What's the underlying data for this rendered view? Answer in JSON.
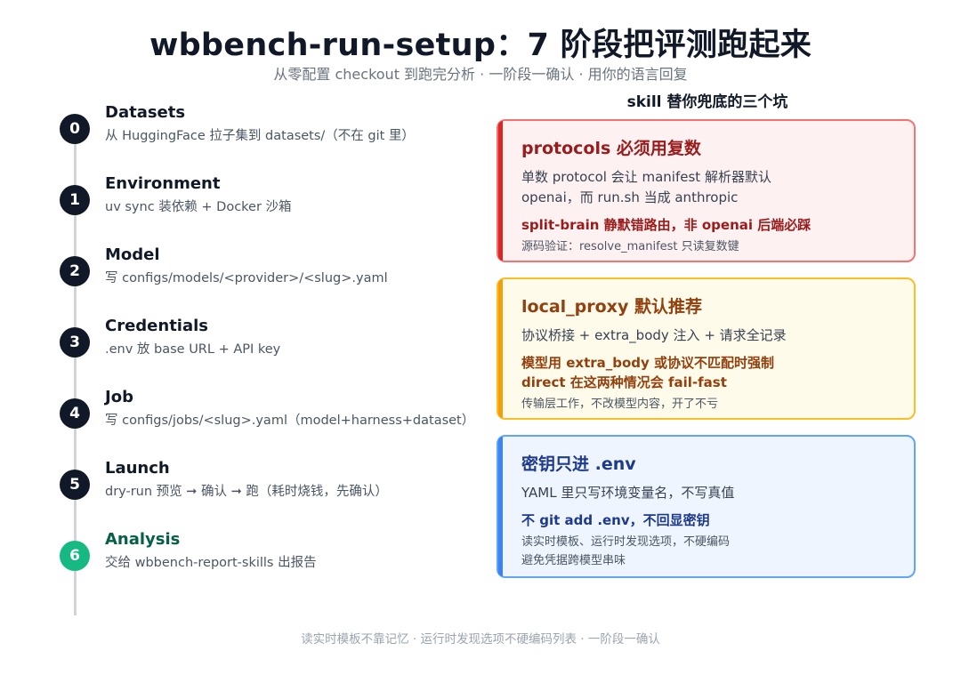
{
  "title": "wbbench-run-setup：7 阶段把评测跑起来",
  "subtitle": "从零配置 checkout 到跑完分析 · 一阶段一确认 · 用你的语言回复",
  "steps": [
    {
      "num": "0",
      "title": "Datasets",
      "desc": "从 HuggingFace 拉子集到 datasets/（不在 git 里）"
    },
    {
      "num": "1",
      "title": "Environment",
      "desc": "uv sync 装依赖 + Docker 沙箱"
    },
    {
      "num": "2",
      "title": "Model",
      "desc": "写 configs/models/<provider>/<slug>.yaml"
    },
    {
      "num": "3",
      "title": "Credentials",
      "desc": ".env 放 base URL + API key"
    },
    {
      "num": "4",
      "title": "Job",
      "desc": "写 configs/jobs/<slug>.yaml（model+harness+dataset）"
    },
    {
      "num": "5",
      "title": "Launch",
      "desc": "dry-run 预览 ➞ 确认 ➞ 跑（耗时烧钱，先确认）"
    },
    {
      "num": "6",
      "title": "Analysis",
      "desc": "交给 wbbench-report-skills 出报告"
    }
  ],
  "side_heading": "skill 替你兜底的三个坑",
  "cards": [
    {
      "title": "protocols 必须用复数",
      "body": [
        "单数 protocol 会让 manifest 解析器默认",
        "openai，而 run.sh 当成 anthropic"
      ],
      "warn": [
        "split-brain 静默错路由，非 openai 后端必踩"
      ],
      "notes": [
        "源码验证：resolve_manifest 只读复数键"
      ]
    },
    {
      "title": "local_proxy 默认推荐",
      "body": [
        "协议桥接 + extra_body 注入 + 请求全记录"
      ],
      "warn": [
        "模型用 extra_body 或协议不匹配时强制",
        "direct 在这两种情况会 fail-fast"
      ],
      "notes": [
        "传输层工作，不改模型内容，开了不亏"
      ]
    },
    {
      "title": "密钥只进 .env",
      "body": [
        "YAML 里只写环境变量名，不写真值"
      ],
      "warn": [
        "不 git add .env，不回显密钥"
      ],
      "notes": [
        "读实时模板、运行时发现选项，不硬编码",
        "避免凭据跨模型串味"
      ]
    }
  ],
  "footer": "读实时模板不靠记忆 · 运行时发现选项不硬编码列表 · 一阶段一确认",
  "colors": {
    "step_dark": "#111827",
    "step_final": "#16b981",
    "card_red": "#dc2626",
    "card_amber": "#f59e0b",
    "card_blue": "#3b82f6"
  }
}
